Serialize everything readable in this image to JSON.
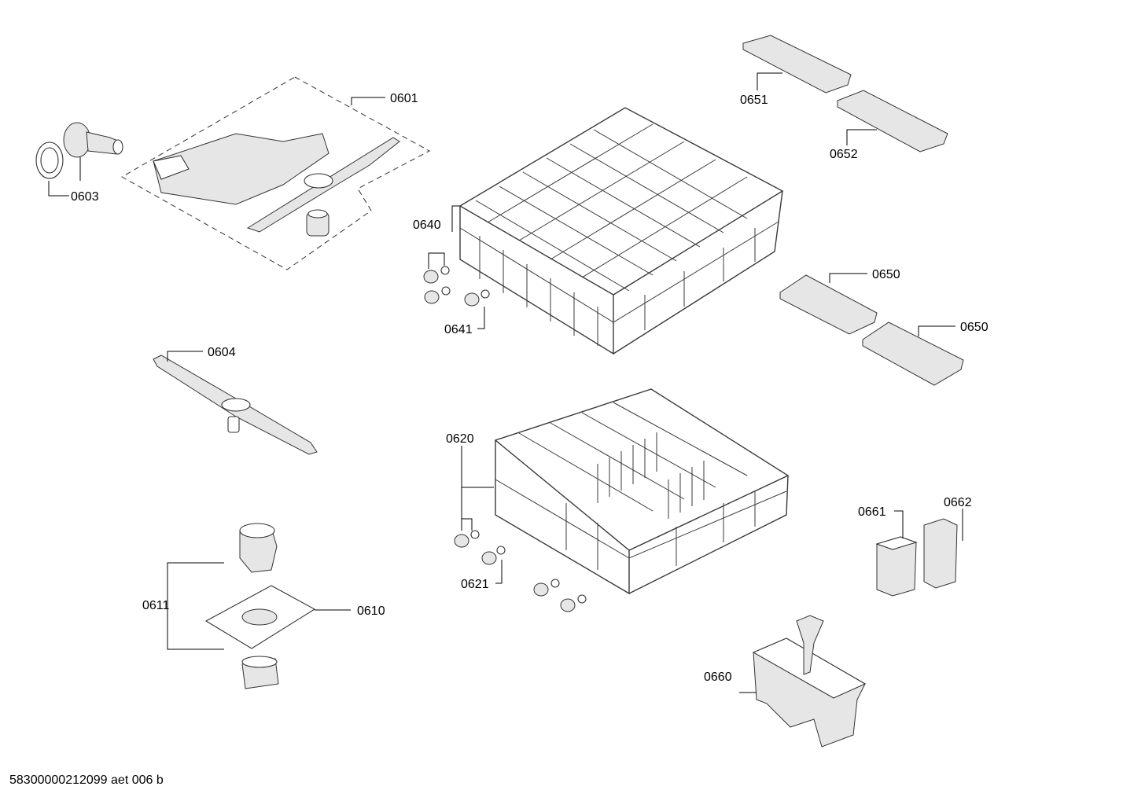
{
  "labels": {
    "l0601": "0601",
    "l0603": "0603",
    "l0604": "0604",
    "l0610": "0610",
    "l0611": "0611",
    "l0620": "0620",
    "l0621": "0621",
    "l0640": "0640",
    "l0641": "0641",
    "l0650a": "0650",
    "l0650b": "0650",
    "l0651": "0651",
    "l0652": "0652",
    "l0660": "0660",
    "l0661": "0661",
    "l0662": "0662"
  },
  "footer": {
    "doc_id": "58300000212099 aet 006 b"
  }
}
